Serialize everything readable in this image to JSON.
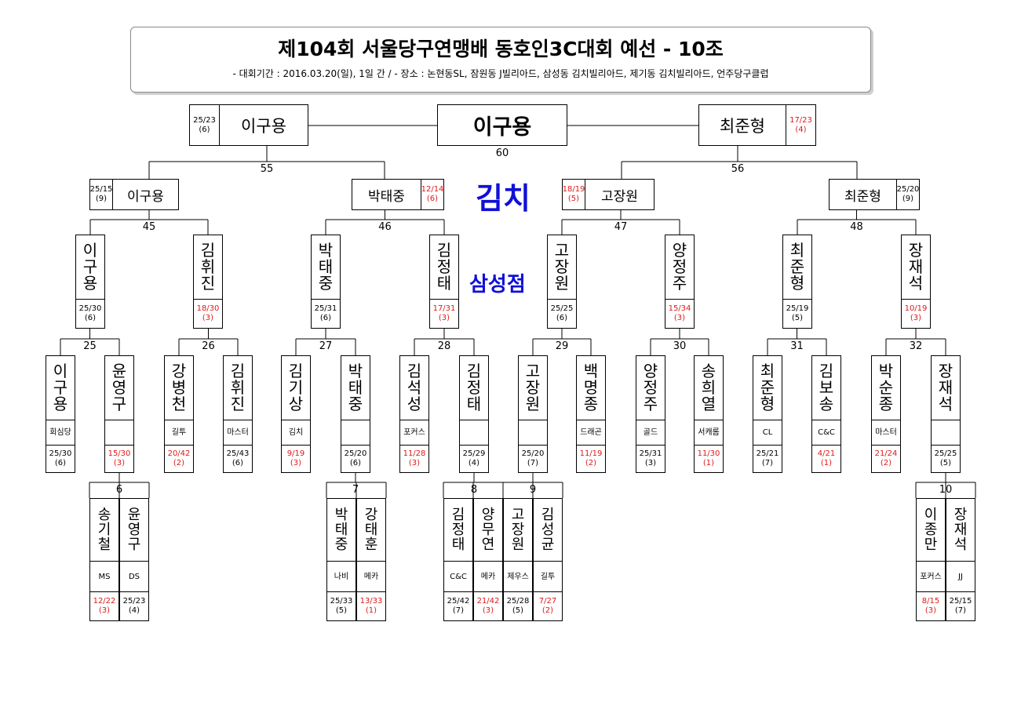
{
  "header": {
    "title": "제104회  서울당구연맹배  동호인3C대회  예선  -  10조",
    "subtitle": "-  대회기간 : 2016.03.20(일), 1일 간  /  -  장소 : 논현동SL, 잠원동 J빌리아드, 삼성동 김치빌리아드, 제기동 김치빌리아드, 언주당구클럽"
  },
  "watermarks": [
    "김치",
    "삼성점"
  ],
  "final": {
    "label": "60",
    "winner": "이구용"
  },
  "semis": [
    {
      "name": "이구용",
      "score": "25/23",
      "inn": "(6)",
      "win": true
    },
    {
      "name": "최준형",
      "score": "17/23",
      "inn": "(4)",
      "win": false
    }
  ],
  "semi_label": [
    "55",
    "56"
  ],
  "quarters": [
    {
      "name": "이구용",
      "score": "25/15",
      "inn": "(9)",
      "win": true
    },
    {
      "name": "박태중",
      "score": "12/14",
      "inn": "(6)",
      "win": false
    },
    {
      "name": "고장원",
      "score": "18/19",
      "inn": "(5)",
      "win": false
    },
    {
      "name": "최준형",
      "score": "25/20",
      "inn": "(9)",
      "win": true
    }
  ],
  "quarter_label": [
    "45",
    "46",
    "47",
    "48"
  ],
  "r16": [
    {
      "name": "이구용",
      "score": "25/30",
      "inn": "(6)",
      "win": true
    },
    {
      "name": "김휘진",
      "score": "18/30",
      "inn": "(3)",
      "win": false
    },
    {
      "name": "박태중",
      "score": "25/31",
      "inn": "(6)",
      "win": true
    },
    {
      "name": "김정태",
      "score": "17/31",
      "inn": "(3)",
      "win": false
    },
    {
      "name": "고장원",
      "score": "25/25",
      "inn": "(6)",
      "win": true
    },
    {
      "name": "양정주",
      "score": "15/34",
      "inn": "(3)",
      "win": false
    },
    {
      "name": "최준형",
      "score": "25/19",
      "inn": "(5)",
      "win": true
    },
    {
      "name": "장재석",
      "score": "10/19",
      "inn": "(3)",
      "win": false
    }
  ],
  "r16_label": [
    "25",
    "26",
    "27",
    "28",
    "29",
    "30",
    "31",
    "32"
  ],
  "r32": [
    {
      "name": "이구용",
      "club": "회심당",
      "score": "25/30",
      "inn": "(6)",
      "win": true
    },
    {
      "name": "윤영구",
      "club": "",
      "score": "15/30",
      "inn": "(3)",
      "win": false
    },
    {
      "name": "강병천",
      "club": "길투",
      "score": "20/42",
      "inn": "(2)",
      "win": false
    },
    {
      "name": "김휘진",
      "club": "마스터",
      "score": "25/43",
      "inn": "(6)",
      "win": true
    },
    {
      "name": "김기상",
      "club": "김치",
      "score": "9/19",
      "inn": "(3)",
      "win": false
    },
    {
      "name": "박태중",
      "club": "",
      "score": "25/20",
      "inn": "(6)",
      "win": true
    },
    {
      "name": "김석성",
      "club": "포커스",
      "score": "11/28",
      "inn": "(3)",
      "win": false
    },
    {
      "name": "김정태",
      "club": "",
      "score": "25/29",
      "inn": "(4)",
      "win": true
    },
    {
      "name": "고장원",
      "club": "",
      "score": "25/20",
      "inn": "(7)",
      "win": true
    },
    {
      "name": "백명종",
      "club": "드래곤",
      "score": "11/19",
      "inn": "(2)",
      "win": false
    },
    {
      "name": "양정주",
      "club": "골드",
      "score": "25/31",
      "inn": "(3)",
      "win": true
    },
    {
      "name": "송희열",
      "club": "서캐롬",
      "score": "11/30",
      "inn": "(1)",
      "win": false
    },
    {
      "name": "최준형",
      "club": "CL",
      "score": "25/21",
      "inn": "(7)",
      "win": true
    },
    {
      "name": "김보송",
      "club": "C&C",
      "score": "4/21",
      "inn": "(1)",
      "win": false
    },
    {
      "name": "박순종",
      "club": "마스터",
      "score": "21/24",
      "inn": "(2)",
      "win": false
    },
    {
      "name": "장재석",
      "club": "",
      "score": "25/25",
      "inn": "(5)",
      "win": true
    }
  ],
  "prelim_label": [
    "6",
    "7",
    "8",
    "9",
    "10"
  ],
  "prelims": [
    {
      "name": "송기철",
      "club": "MS",
      "score": "12/22",
      "inn": "(3)",
      "win": false
    },
    {
      "name": "윤영구",
      "club": "DS",
      "score": "25/23",
      "inn": "(4)",
      "win": true
    },
    {
      "name": "박태중",
      "club": "나비",
      "score": "25/33",
      "inn": "(5)",
      "win": true
    },
    {
      "name": "강태훈",
      "club": "메카",
      "score": "13/33",
      "inn": "(1)",
      "win": false
    },
    {
      "name": "김정태",
      "club": "C&C",
      "score": "25/42",
      "inn": "(7)",
      "win": true
    },
    {
      "name": "양무연",
      "club": "메카",
      "score": "21/42",
      "inn": "(3)",
      "win": false
    },
    {
      "name": "고장원",
      "club": "제우스",
      "score": "25/28",
      "inn": "(5)",
      "win": true
    },
    {
      "name": "김성균",
      "club": "길투",
      "score": "7/27",
      "inn": "(2)",
      "win": false
    },
    {
      "name": "이종만",
      "club": "포커스",
      "score": "8/15",
      "inn": "(3)",
      "win": false
    },
    {
      "name": "장재석",
      "club": "JJ",
      "score": "25/15",
      "inn": "(7)",
      "win": true
    }
  ],
  "colors": {
    "loss": "#e01818",
    "watermark": "#1010d8",
    "line": "#000000"
  }
}
